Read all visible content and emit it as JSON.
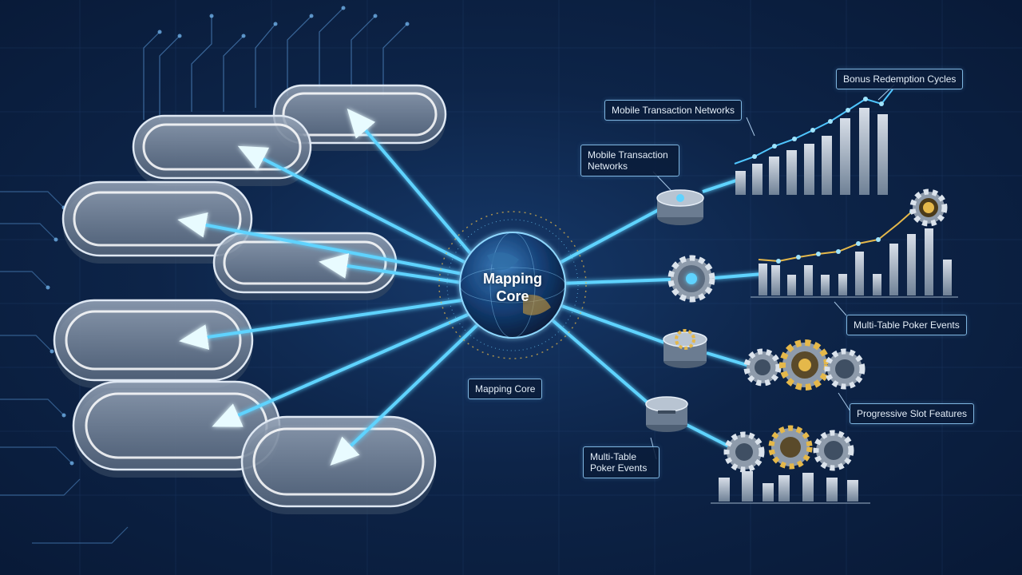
{
  "core": {
    "title": "Mapping\nCore",
    "caption": "Mapping Core"
  },
  "labels": {
    "bonus": "Bonus Redemption Cycles",
    "mobile_top": "Mobile Transaction Networks",
    "mobile_mid": "Mobile Transaction Networks",
    "poker_right": "Multi-Table Poker Events",
    "slot": "Progressive Slot Features",
    "poker_left": "Multi-Table Poker Events"
  },
  "colors": {
    "beam": "#5fd3ff",
    "glow": "#bff2ff",
    "gold": "#e5b84a",
    "panel_border": "#7fb6e0"
  }
}
